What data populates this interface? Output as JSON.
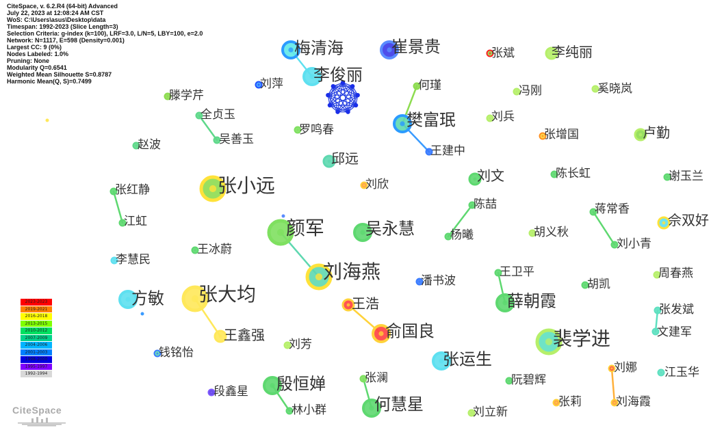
{
  "info": {
    "lines": [
      "CiteSpace, v. 6.2.R4 (64-bit) Advanced",
      "July 22, 2023 at 12:08:24 AM CST",
      "WoS: C:\\Users\\asus\\Desktop\\data",
      "Timespan: 1992-2023 (Slice Length=3)",
      "Selection Criteria: g-index (k=100), LRF=3.0, L/N=5, LBY=100, e=2.0",
      "Network: N=1117, E=598 (Density=0.001)",
      "Largest CC: 9 (0%)",
      "Nodes Labeled: 1.0%",
      "Pruning: None",
      "Modularity Q=0.6541",
      "Weighted Mean Silhouette S=0.8787",
      "Harmonic Mean(Q, S)=0.7499"
    ]
  },
  "legend": [
    {
      "label": "2023-2023",
      "color": "#ff0000"
    },
    {
      "label": "2019-2021",
      "color": "#ff7f00"
    },
    {
      "label": "2016-2018",
      "color": "#ffff00"
    },
    {
      "label": "2013-2015",
      "color": "#7fff00"
    },
    {
      "label": "2010-2012",
      "color": "#00e060"
    },
    {
      "label": "2007-2009",
      "color": "#00d38a"
    },
    {
      "label": "2004-2006",
      "color": "#00b4ff"
    },
    {
      "label": "2001-2003",
      "color": "#0080ff"
    },
    {
      "label": "1998-2000",
      "color": "#0000e0"
    },
    {
      "label": "1995-1997",
      "color": "#7f00ff"
    },
    {
      "label": "1992-1994",
      "color": "#d8d8d8"
    }
  ],
  "logo": "CiteSpace",
  "nodes": [
    {
      "label": "梅清海",
      "size": "l",
      "color": "#5fe8e8",
      "ring": "#2b9bff"
    },
    {
      "label": "崔景贵",
      "size": "l",
      "color": "#3a3ae8",
      "ring": "#5a8cff"
    },
    {
      "label": "张斌",
      "size": "s",
      "color": "#8ddc50",
      "ring": "#ff2020"
    },
    {
      "label": "李纯丽",
      "size": "m",
      "color": "#b6ef6a",
      "ring": "#b6ef6a"
    },
    {
      "label": "李俊丽",
      "size": "l",
      "color": "#5ee0f0",
      "ring": "#5ee0f0"
    },
    {
      "label": "刘萍",
      "size": "s",
      "color": "#3aa0ff",
      "ring": "#2050ff"
    },
    {
      "label": "何瑾",
      "size": "s",
      "color": "#8ddc50",
      "ring": "#8ddc50"
    },
    {
      "label": "冯刚",
      "size": "s",
      "color": "#b6ef6a",
      "ring": "#b6ef6a"
    },
    {
      "label": "奚晓岚",
      "size": "s",
      "color": "#b6ef6a",
      "ring": "#b6ef6a"
    },
    {
      "label": "滕学芹",
      "size": "s",
      "color": "#8ddc50",
      "ring": "#8ddc50"
    },
    {
      "label": "全贞玉",
      "size": "s",
      "color": "#5ed88a",
      "ring": "#5ed88a"
    },
    {
      "label": "樊富珉",
      "size": "l",
      "color": "#5ed8b0",
      "ring": "#2b9bff"
    },
    {
      "label": "刘兵",
      "size": "s",
      "color": "#b6ef6a",
      "ring": "#b6ef6a"
    },
    {
      "label": "罗鸣春",
      "size": "s",
      "color": "#7fe060",
      "ring": "#7fe060"
    },
    {
      "label": "张增国",
      "size": "s",
      "color": "#ffd23a",
      "ring": "#ff9020"
    },
    {
      "label": "卢勤",
      "size": "m",
      "color": "#8ddc50",
      "ring": "#b6ef6a"
    },
    {
      "label": "赵波",
      "size": "s",
      "color": "#5ed88a",
      "ring": "#5ed88a"
    },
    {
      "label": "吴善玉",
      "size": "s",
      "color": "#5ed88a",
      "ring": "#5ed88a"
    },
    {
      "label": "王建中",
      "size": "s",
      "color": "#3a7cff",
      "ring": "#3a7cff"
    },
    {
      "label": "邱远",
      "size": "m",
      "color": "#5ed8b0",
      "ring": "#5ed8b0"
    },
    {
      "label": "刘文",
      "size": "m",
      "color": "#5ed870",
      "ring": "#5ed870"
    },
    {
      "label": "陈长虹",
      "size": "s",
      "color": "#5ed870",
      "ring": "#5ed870"
    },
    {
      "label": "谢玉兰",
      "size": "s",
      "color": "#5ed870",
      "ring": "#5ed870"
    },
    {
      "label": "张小远",
      "size": "xl",
      "color": "#8ddc50",
      "ring": "#ffe23a"
    },
    {
      "label": "刘欣",
      "size": "s",
      "color": "#ff9a3a",
      "ring": "#ffd23a"
    },
    {
      "label": "张红静",
      "size": "s",
      "color": "#5ed870",
      "ring": "#5ed870"
    },
    {
      "label": "陈喆",
      "size": "s",
      "color": "#5ed870",
      "ring": "#5ed870"
    },
    {
      "label": "蒋常香",
      "size": "s",
      "color": "#5ed870",
      "ring": "#5ed870"
    },
    {
      "label": "佘双好",
      "size": "m",
      "color": "#5ee0f0",
      "ring": "#ffe23a"
    },
    {
      "label": "江虹",
      "size": "s",
      "color": "#5ed870",
      "ring": "#5ed870"
    },
    {
      "label": "颜军",
      "size": "xl",
      "color": "#7fe060",
      "ring": "#7fe060"
    },
    {
      "label": "吴永慧",
      "size": "l",
      "color": "#5ed870",
      "ring": "#5ed870"
    },
    {
      "label": "杨曦",
      "size": "s",
      "color": "#5ed870",
      "ring": "#5ed870"
    },
    {
      "label": "胡义秋",
      "size": "s",
      "color": "#b6ef6a",
      "ring": "#b6ef6a"
    },
    {
      "label": "刘小青",
      "size": "s",
      "color": "#5ed870",
      "ring": "#5ed870"
    },
    {
      "label": "李慧民",
      "size": "s",
      "color": "#5ee0f0",
      "ring": "#5ee0f0"
    },
    {
      "label": "王冰蔚",
      "size": "s",
      "color": "#5ed870",
      "ring": "#5ed870"
    },
    {
      "label": "刘海燕",
      "size": "xl",
      "color": "#5ed8b0",
      "ring": "#ffe23a"
    },
    {
      "label": "王卫平",
      "size": "s",
      "color": "#5ed870",
      "ring": "#5ed870"
    },
    {
      "label": "周春燕",
      "size": "s",
      "color": "#b6ef6a",
      "ring": "#b6ef6a"
    },
    {
      "label": "潘书波",
      "size": "s",
      "color": "#3a7cff",
      "ring": "#3a7cff"
    },
    {
      "label": "胡凯",
      "size": "s",
      "color": "#5ed870",
      "ring": "#5ed870"
    },
    {
      "label": "方敏",
      "size": "l",
      "color": "#5ee0f0",
      "ring": "#5ee0f0"
    },
    {
      "label": "张大均",
      "size": "xl",
      "color": "#ffe85a",
      "ring": "#ffe85a"
    },
    {
      "label": "王浩",
      "size": "m",
      "color": "#ff4040",
      "ring": "#ffd23a"
    },
    {
      "label": "薛朝霞",
      "size": "l",
      "color": "#5ed870",
      "ring": "#5ed870"
    },
    {
      "label": "张发斌",
      "size": "s",
      "color": "#5ee0c0",
      "ring": "#5ee0c0"
    },
    {
      "label": "俞国良",
      "size": "l",
      "color": "#ff4040",
      "ring": "#ffd23a"
    },
    {
      "label": "裴学进",
      "size": "xl",
      "color": "#5ee0c0",
      "ring": "#b6ef6a"
    },
    {
      "label": "文建军",
      "size": "s",
      "color": "#5ee0c0",
      "ring": "#5ee0c0"
    },
    {
      "label": "王鑫强",
      "size": "m",
      "color": "#ffe85a",
      "ring": "#ffe85a"
    },
    {
      "label": "刘芳",
      "size": "s",
      "color": "#b6ef6a",
      "ring": "#b6ef6a"
    },
    {
      "label": "钱铭怡",
      "size": "s",
      "color": "#5ed8b0",
      "ring": "#3a7cff"
    },
    {
      "label": "张运生",
      "size": "l",
      "color": "#5ee0f0",
      "ring": "#5ee0f0"
    },
    {
      "label": "刘娜",
      "size": "s",
      "color": "#ff5a3a",
      "ring": "#ffd23a"
    },
    {
      "label": "江玉华",
      "size": "s",
      "color": "#5ee0c0",
      "ring": "#5ee0c0"
    },
    {
      "label": "张澜",
      "size": "s",
      "color": "#7fe060",
      "ring": "#7fe060"
    },
    {
      "label": "段鑫星",
      "size": "s",
      "color": "#5a3ae8",
      "ring": "#7f5aff"
    },
    {
      "label": "殷恒婵",
      "size": "l",
      "color": "#5ed870",
      "ring": "#5ed870"
    },
    {
      "label": "阮碧辉",
      "size": "s",
      "color": "#5ed870",
      "ring": "#5ed870"
    },
    {
      "label": "何慧星",
      "size": "l",
      "color": "#5ed870",
      "ring": "#5ed870"
    },
    {
      "label": "张莉",
      "size": "s",
      "color": "#ff9a3a",
      "ring": "#ffd23a"
    },
    {
      "label": "刘海霞",
      "size": "s",
      "color": "#ff9a3a",
      "ring": "#ffd23a"
    },
    {
      "label": "林小群",
      "size": "s",
      "color": "#5ed870",
      "ring": "#5ed870"
    },
    {
      "label": "刘立新",
      "size": "s",
      "color": "#b6ef6a",
      "ring": "#b6ef6a"
    }
  ]
}
